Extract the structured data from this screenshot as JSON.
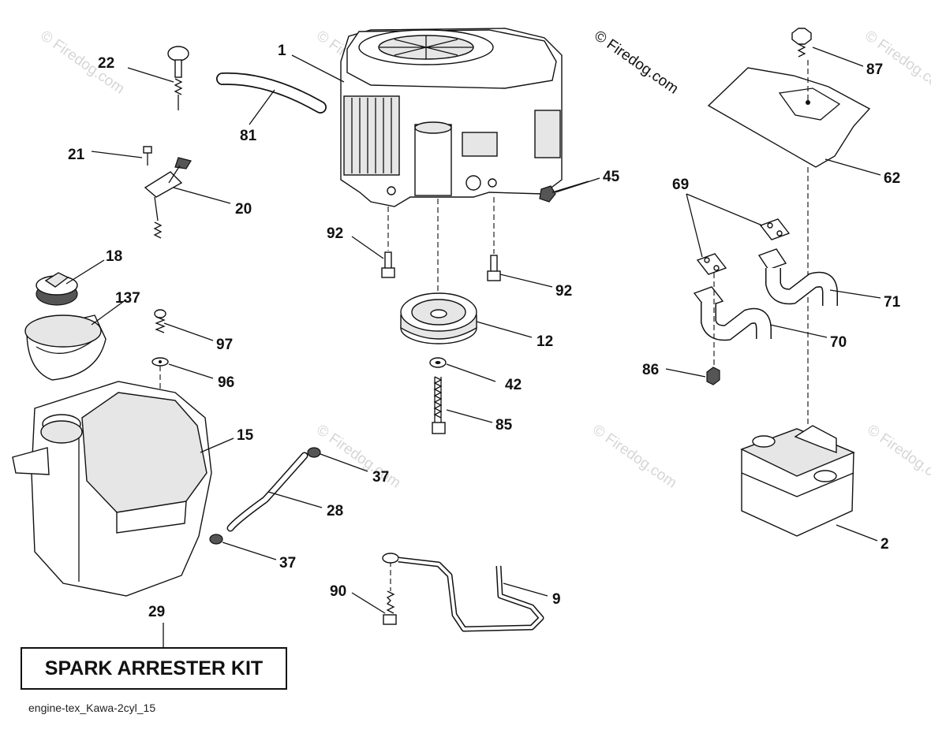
{
  "watermark": {
    "main": "© Firedog.com",
    "faded": "© Firedog.com"
  },
  "callouts": {
    "p1": "1",
    "p81": "81",
    "p22": "22",
    "p21": "21",
    "p20": "20",
    "p18": "18",
    "p137": "137",
    "p97": "97",
    "p96": "96",
    "p15": "15",
    "p29": "29",
    "p45": "45",
    "p92a": "92",
    "p92b": "92",
    "p12": "12",
    "p42": "42",
    "p85": "85",
    "p37a": "37",
    "p28": "28",
    "p37b": "37",
    "p90": "90",
    "p9": "9",
    "p87": "87",
    "p62": "62",
    "p69": "69",
    "p71": "71",
    "p70": "70",
    "p86": "86",
    "p2": "2"
  },
  "kit_label": "SPARK ARRESTER KIT",
  "caption": "engine-tex_Kawa-2cyl_15"
}
